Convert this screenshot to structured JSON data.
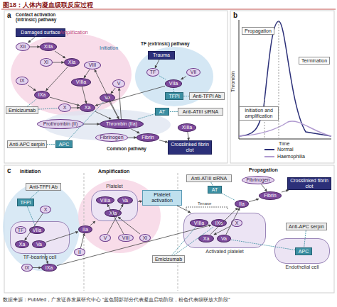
{
  "diagram": {
    "title": "图18：人体内凝血级联反应过程",
    "caption": "数据来源：PubMed，广发证券发展研究中心 “蓝色阴影部分代表凝血启动阶段，粉色代表级联放大阶段”",
    "nodes": [
      {
        "text": [
          "Damaged surface"
        ]
      },
      {
        "text": [
          "XII"
        ]
      },
      {
        "text": [
          "XIIa"
        ]
      },
      {
        "text": [
          "XI"
        ]
      },
      {
        "text": [
          "XIa"
        ]
      },
      {
        "text": [
          "IX"
        ]
      },
      {
        "text": [
          "IXa"
        ]
      },
      {
        "text": [
          "VIII"
        ]
      },
      {
        "text": [
          "VIIIa"
        ]
      },
      {
        "text": [
          "X"
        ]
      },
      {
        "text": [
          "Xa"
        ]
      },
      {
        "text": [
          "V"
        ]
      },
      {
        "text": [
          "Va"
        ]
      },
      {
        "text": [
          "Prothrombin (II)"
        ]
      },
      {
        "text": [
          "Thrombin (IIa)"
        ]
      },
      {
        "text": [
          "Fibrinogen"
        ]
      },
      {
        "text": [
          "Fibrin"
        ]
      },
      {
        "text": [
          "XIIIa"
        ]
      },
      {
        "text": [
          "Crosslinked fibrin clot"
        ]
      },
      {
        "text": [
          "Trauma"
        ]
      },
      {
        "text": [
          "TF"
        ]
      },
      {
        "text": [
          "VII"
        ]
      },
      {
        "text": [
          "VIIa"
        ]
      },
      {
        "text": [
          "TFPI"
        ]
      },
      {
        "text": [
          "Anti-TFPI Ab"
        ]
      },
      {
        "text": [
          "Emicizumab"
        ]
      },
      {
        "text": [
          "AT"
        ]
      },
      {
        "text": [
          "Anti-ATIII siRNA"
        ]
      },
      {
        "text": [
          "APC"
        ]
      },
      {
        "text": [
          "Anti-APC serpin"
        ]
      },
      {
        "text": [
          "Propagation"
        ]
      },
      {
        "text": [
          "Termination"
        ]
      },
      {
        "text": [
          "Initiation and amplification"
        ]
      },
      {
        "text": [
          "Anti-TFPI Ab"
        ]
      },
      {
        "text": [
          "TFPI"
        ]
      },
      {
        "text": [
          "TF-bearing cell"
        ]
      },
      {
        "text": [
          "TF"
        ],
        "in": 35
      },
      {
        "text": [
          "VIIa"
        ],
        "in": 35
      },
      {
        "text": [
          "Xa"
        ],
        "in": 35
      },
      {
        "text": [
          "Va"
        ],
        "in": 35
      },
      {
        "text": [
          "X"
        ]
      },
      {
        "text": [
          "IX"
        ]
      },
      {
        "text": [
          "IXa"
        ]
      },
      {
        "text": [
          "II"
        ]
      },
      {
        "text": [
          "IIa"
        ]
      },
      {
        "text": [
          "Platelet"
        ]
      },
      {
        "text": [
          "VIIIa"
        ],
        "in": 45
      },
      {
        "text": [
          "Va"
        ],
        "in": 45
      },
      {
        "text": [
          "XIa"
        ],
        "in": 45
      },
      {
        "text": [
          "V"
        ]
      },
      {
        "text": [
          "VIII"
        ]
      },
      {
        "text": [
          "XI"
        ]
      },
      {
        "text": [
          "Platelet activation"
        ]
      },
      {
        "text": [
          "Anti-ATIII siRNA"
        ]
      },
      {
        "text": [
          "AT"
        ]
      },
      {
        "text": [
          "Activated platelet"
        ]
      },
      {
        "text": [
          "VIIIa"
        ],
        "in": 55
      },
      {
        "text": [
          "IXa"
        ],
        "in": 55
      },
      {
        "text": [
          "X"
        ],
        "in": 55
      },
      {
        "text": [
          "Xa"
        ],
        "in": 55
      },
      {
        "text": [
          "Va"
        ],
        "in": 55
      },
      {
        "text": [
          "IIa"
        ]
      },
      {
        "text": [
          "Fibrinogen"
        ]
      },
      {
        "text": [
          "Fibrin"
        ]
      },
      {
        "text": [
          "Crosslinked fibrin clot"
        ]
      },
      {
        "text": [
          "Emicizumab"
        ]
      },
      {
        "text": [
          "Endothelial cell"
        ]
      },
      {
        "text": [
          "APC"
        ],
        "in": 66
      },
      {
        "text": [
          "Anti-APC serpin"
        ]
      }
    ],
    "edges": [
      {
        "from": 0,
        "to": 1,
        "arrow": "to"
      },
      {
        "from": 1,
        "to": 2,
        "arrow": "to"
      },
      {
        "from": 3,
        "to": 4,
        "arrow": "to"
      },
      {
        "from": 2,
        "to": 4,
        "arrow": "to"
      },
      {
        "from": 5,
        "to": 6,
        "arrow": "to"
      },
      {
        "from": 4,
        "to": 6,
        "arrow": "to"
      },
      {
        "from": 7,
        "to": 8,
        "arrow": "to"
      },
      {
        "from": 9,
        "to": 10,
        "arrow": "to"
      },
      {
        "from": 6,
        "to": 10,
        "arrow": "to"
      },
      {
        "from": 8,
        "to": 10,
        "arrow": "to"
      },
      {
        "from": 11,
        "to": 12,
        "arrow": "to"
      },
      {
        "from": 13,
        "to": 14,
        "arrow": "to"
      },
      {
        "from": 10,
        "to": 14,
        "arrow": "to"
      },
      {
        "from": 12,
        "to": 14,
        "arrow": "to"
      },
      {
        "from": 14,
        "to": 7,
        "arrow": "to"
      },
      {
        "from": 14,
        "to": 11,
        "arrow": "to"
      },
      {
        "from": 15,
        "to": 16,
        "arrow": "to"
      },
      {
        "from": 14,
        "to": 16,
        "arrow": "to"
      },
      {
        "from": 16,
        "to": 18,
        "arrow": "to"
      },
      {
        "from": 17,
        "to": 18,
        "arrow": "to"
      },
      {
        "from": 19,
        "to": 20,
        "arrow": "to"
      },
      {
        "from": 21,
        "to": 22,
        "arrow": "to"
      },
      {
        "from": 20,
        "to": 22,
        "arrow": "none"
      },
      {
        "from": 22,
        "to": 10,
        "arrow": "to"
      },
      {
        "from": 23,
        "to": 22,
        "arrow": "none"
      },
      {
        "from": 24,
        "to": 23,
        "arrow": "none"
      },
      {
        "from": 26,
        "to": 14,
        "arrow": "none"
      },
      {
        "from": 27,
        "to": 26,
        "arrow": "none"
      },
      {
        "from": 28,
        "to": 12,
        "arrow": "none"
      },
      {
        "from": 29,
        "to": 28,
        "arrow": "none"
      },
      {
        "from": 25,
        "to": 6,
        "arrow": "none"
      },
      {
        "from": 25,
        "to": 9,
        "arrow": "none"
      },
      {
        "from": 33,
        "to": 34,
        "arrow": "none"
      },
      {
        "from": 34,
        "to": 37,
        "arrow": "none"
      },
      {
        "from": 40,
        "to": 38,
        "arrow": "to"
      },
      {
        "from": 41,
        "to": 42,
        "arrow": "to"
      },
      {
        "from": 35,
        "to": 42,
        "arrow": "to"
      },
      {
        "from": 43,
        "to": 44,
        "arrow": "to"
      },
      {
        "from": 39,
        "to": 44,
        "arrow": "to"
      },
      {
        "from": 44,
        "to": 45,
        "arrow": "to"
      },
      {
        "from": 49,
        "to": 47,
        "arrow": "to"
      },
      {
        "from": 50,
        "to": 46,
        "arrow": "to"
      },
      {
        "from": 51,
        "to": 48,
        "arrow": "to"
      },
      {
        "from": 45,
        "to": 52,
        "arrow": "to"
      },
      {
        "from": 52,
        "to": 55,
        "arrow": "to"
      },
      {
        "from": 42,
        "to": 57,
        "arrow": "to"
      },
      {
        "from": 58,
        "to": 59,
        "arrow": "to"
      },
      {
        "from": 59,
        "to": 61,
        "arrow": "to"
      },
      {
        "from": 60,
        "to": 61,
        "arrow": "to"
      },
      {
        "from": 61,
        "to": 63,
        "arrow": "to"
      },
      {
        "from": 62,
        "to": 63,
        "arrow": "to"
      },
      {
        "from": 63,
        "to": 64,
        "arrow": "to"
      },
      {
        "from": 53,
        "to": 54,
        "arrow": "none"
      },
      {
        "from": 54,
        "to": 61,
        "arrow": "none"
      },
      {
        "from": 65,
        "to": 56,
        "arrow": "none"
      },
      {
        "from": 65,
        "to": 57,
        "arrow": "none"
      },
      {
        "from": 68,
        "to": 67,
        "arrow": "none"
      },
      {
        "from": 67,
        "to": 60,
        "arrow": "none"
      }
    ],
    "labels": [
      "a",
      "Contact activation (intrinsic) pathway",
      "Amplification",
      "Initiation",
      "TF (extrinsic) pathway",
      "Common pathway",
      "b",
      "Thrombin",
      "Time",
      "c",
      "Initiation",
      "Amplification",
      "Propagation",
      "Tenase"
    ],
    "legend": [
      {
        "text": "Normal",
        "color": "#2c3079"
      },
      {
        "text": "Haemophilia",
        "color": "#b09ad0"
      }
    ]
  }
}
